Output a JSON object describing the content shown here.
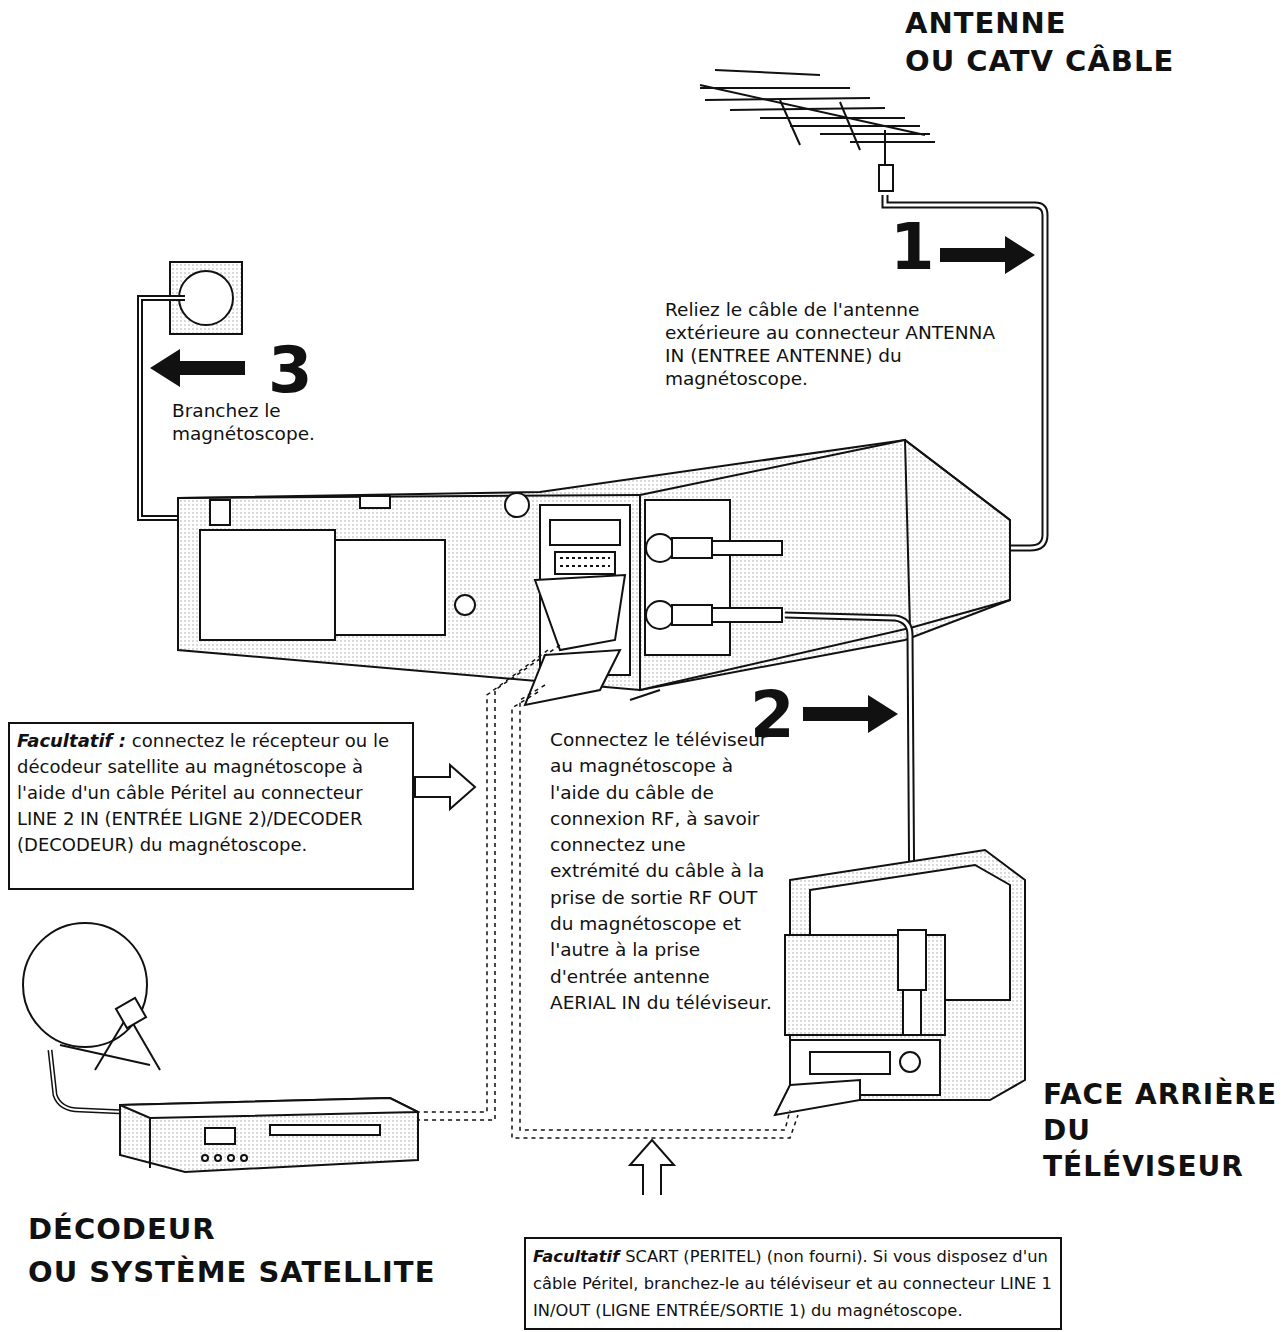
{
  "diagram": {
    "nodes": [
      {
        "text": [
          "Facultatif :",
          "connectez le récepteur ou le décodeur satellite au magnétoscope à l'aide d'un câble Péritel au connecteur LINE 2 IN (ENTRÉE LIGNE 2)/DECODER (DECODEUR) du magnétoscope."
        ]
      },
      {
        "text": [
          "Facultatif",
          "SCART (PERITEL) (non fourni). Si vous disposez d'un câble Péritel, branchez-le au téléviseur et au connecteur LINE 1 IN/OUT (LIGNE ENTRÉE/SORTIE 1) du magnétoscope."
        ]
      }
    ],
    "labels": [
      "ANTENNE",
      "OU CATV CÂBLE",
      "1",
      "Reliez le câble de l'antenne extérieure au connecteur ANTENNA IN (ENTREE ANTENNE) du magnétoscope.",
      "3",
      "Branchez le magnétoscope.",
      "2",
      "Connectez le téléviseur au magnétoscope à l'aide du câble de connexion RF, à savoir connectez une extrémité du câble à la prise de sortie RF OUT du magnétoscope et l'autre à la prise d'entrée antenne AERIAL IN du téléviseur.",
      "FACE ARRIÈRE DU TÉLÉVISEUR",
      "DÉCODEUR",
      "OU SYSTÈME SATELLITE"
    ]
  }
}
